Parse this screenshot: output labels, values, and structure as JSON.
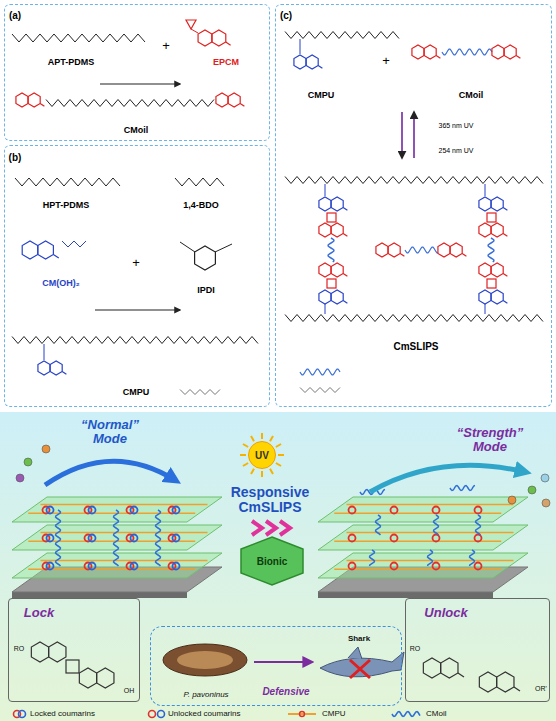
{
  "diagram": {
    "nodes": [
      {
        "text": [
          "(a)",
          "APT-PDMS",
          "+",
          "EPCM",
          "CMoil"
        ]
      },
      {
        "text": [
          "(b)",
          "HPT-PDMS",
          "1,4-BDO",
          "+",
          "CM(OH)₂",
          "IPDI",
          "CMPU"
        ]
      },
      {
        "text": [
          "(c)",
          "CMPU",
          "+",
          "CMoil",
          "365 nm UV",
          "254 nm UV",
          "CmSLIPS"
        ]
      },
      {
        "text": [
          "“Normal” Mode",
          "“Strength” Mode",
          "Responsive CmSLIPS"
        ]
      },
      {
        "text": [
          "UV"
        ],
        "in": 3
      },
      {
        "text": [
          "Bionic"
        ],
        "in": 3
      },
      {
        "text": [
          "Lock",
          "RO",
          "OH"
        ],
        "in": 3
      },
      {
        "text": [
          "Defensive",
          "P. pavoninus",
          "Shark"
        ],
        "in": 3
      },
      {
        "text": [
          "Unlock",
          "RO",
          "OR'"
        ],
        "in": 3
      }
    ],
    "legend": [
      {
        "text": "Locked coumarins"
      },
      {
        "text": "Unlocked coumarins"
      },
      {
        "text": "CMPU"
      },
      {
        "text": "CMoil"
      }
    ]
  }
}
